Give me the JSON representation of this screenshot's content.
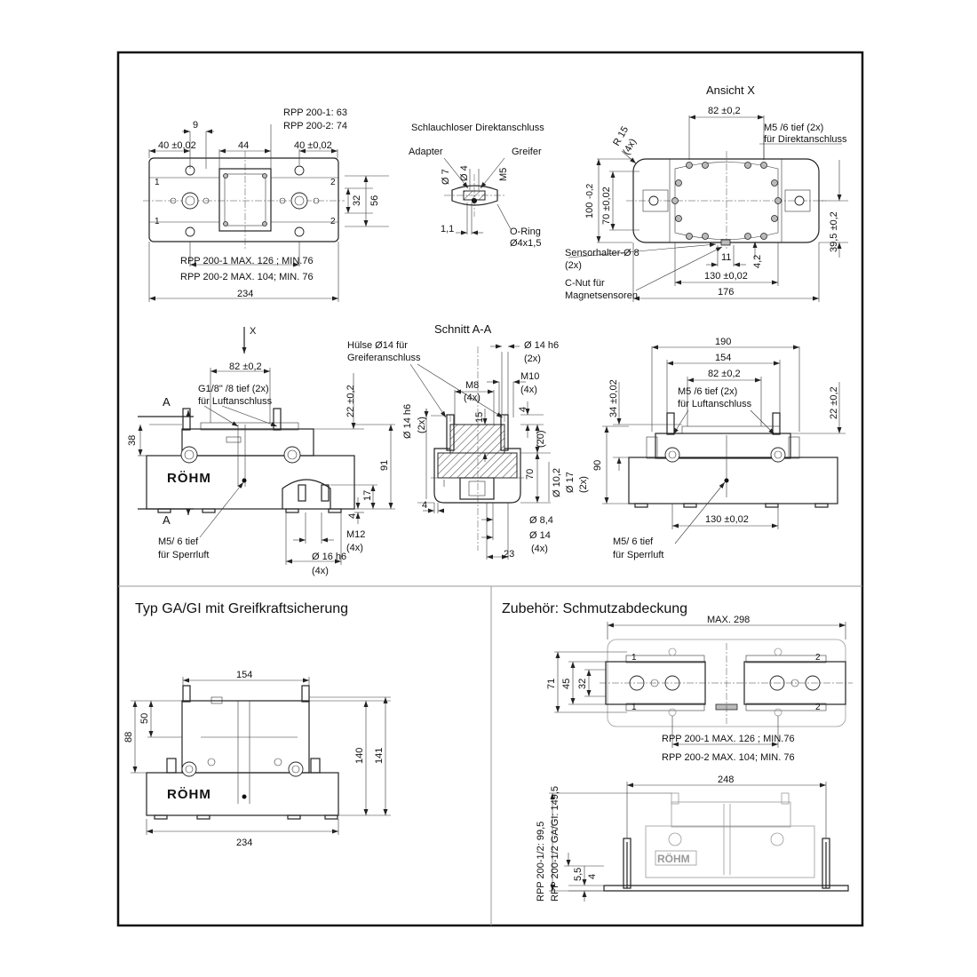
{
  "views": {
    "top": {
      "d_9": "9",
      "d_44": "44",
      "d_40a": "40 ±0,02",
      "d_40b": "40 ±0,02",
      "d_32": "32",
      "d_56": "56",
      "rpp1": "RPP 200-1:  63",
      "rpp2": "RPP 200-2: 74",
      "range1": "RPP 200-1 MAX. 126 ; MIN.76",
      "range2": "RPP 200-2 MAX. 104; MIN. 76",
      "d_234": "234",
      "mk1": "1",
      "mk2": "2"
    },
    "connection": {
      "title": "Schlauchloser Direktanschluss",
      "adapter": "Adapter",
      "greifer": "Greifer",
      "d7": "Ø 7",
      "d4": "Ø 4",
      "m5": "M5",
      "d11": "1,1",
      "oring": "O-Ring",
      "oring_size": "Ø4x1,5"
    },
    "ansicht": {
      "title": "Ansicht X",
      "d_82": "82 ±0,2",
      "r15": "R 15",
      "r15n": "(4x)",
      "m5": "M5  /6 tief (2x)",
      "m5b": "für Direktanschluss",
      "d_100": "100",
      "d_100tol": "-0,2",
      "d_70": "70 ±0,02",
      "d_395": "39,5 ±0,2",
      "sensor": "Sensorhalter-Ø 8",
      "sensor_n": "(2x)",
      "d_11": "11",
      "d_42": "4,2",
      "d_130": "130 ±0,02",
      "d_176": "176",
      "cnut": "C-Nut für",
      "cnut2": "Magnetsensoren"
    },
    "front": {
      "x": "X",
      "d_82": "82 ±0,2",
      "a1": "A",
      "a2": "A",
      "g18": "G1/8\"  /8 tief (2x)",
      "g18b": "für Luftanschluss",
      "d_22": "22 ±0,2",
      "d_38": "38",
      "d_91": "91",
      "d_17": "17",
      "d_4": "4",
      "m12": "M12",
      "m12n": "(4x)",
      "d16": "Ø 16 h6",
      "d16n": "(4x)",
      "m5": "M5/ 6 tief",
      "m5b": "für Sperrluft",
      "brand": "RÖHM"
    },
    "section": {
      "title": "Schnitt A-A",
      "huelse": "Hülse Ø14 für",
      "huelse2": "Greiferanschluss",
      "d14h6": "Ø 14 h6",
      "d14h6n": "(2x)",
      "d14h6v": "Ø 14 h6",
      "d14h6vn": "(2x)",
      "m8": "M8",
      "m8n": "(4x)",
      "m10": "M10",
      "m10n": "(4x)",
      "d_15": "15",
      "d_4": "4",
      "d_20": "(20)",
      "d_70": "70",
      "d_102": "Ø 10,2",
      "d_17": "Ø 17",
      "d_17n": "(2x)",
      "d_84": "Ø 8,4",
      "d_14": "Ø 14",
      "d_14n": "(4x)",
      "d_23": "23",
      "d_4b": "4"
    },
    "side": {
      "d_190": "190",
      "d_154": "154",
      "d_82": "82 ±0,2",
      "m5": "M5  /6 tief (2x)",
      "m5b": "für Luftanschluss",
      "d_34": "34 ±0,02",
      "d_22": "22 ±0,2",
      "d_90": "90",
      "d_130": "130 ±0,02",
      "m5s": "M5/ 6 tief",
      "m5sb": "für Sperrluft"
    },
    "ga": {
      "title": "Typ GA/GI mit Greifkraftsicherung",
      "d_154": "154",
      "d_50": "50",
      "d_88": "88",
      "d_140": "140",
      "d_141": "141",
      "d_234": "234",
      "brand": "RÖHM"
    },
    "cover": {
      "title": "Zubehör: Schmutzabdeckung",
      "d_298": "MAX. 298",
      "d_71": "71",
      "d_45": "45",
      "d_32": "32",
      "range1": "RPP 200-1 MAX. 126 ; MIN.76",
      "range2": "RPP 200-2 MAX. 104; MIN. 76",
      "d_248": "248",
      "d_55": "5,5",
      "d_4": "4",
      "v1": "RPP 200-1/2: 99,5",
      "v2": "RPP 200-1/2 GA/GI: 149,5",
      "mk1": "1",
      "mk2": "2",
      "brand": "RÖHM"
    }
  }
}
